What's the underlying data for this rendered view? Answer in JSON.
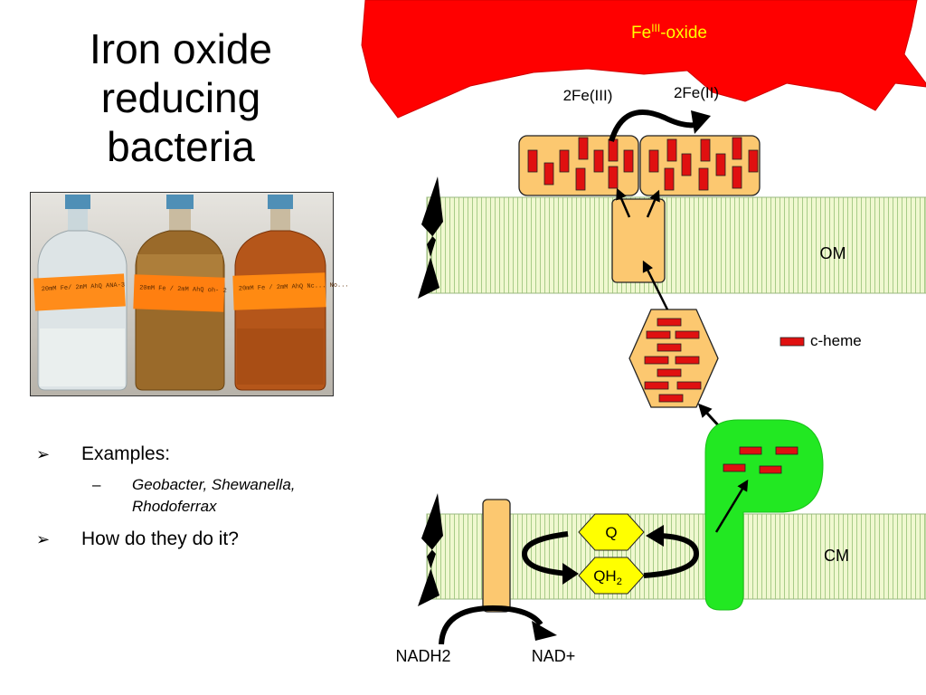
{
  "slide": {
    "title_lines": [
      "Iron oxide",
      "reducing",
      "bacteria"
    ],
    "photo": {
      "labels": [
        "20mM Fe/ 2mM AhQ ANA-3",
        "20mM Fe / 2mM AhQ oh- 2",
        "20mM Fe / 2mM AhQ Nc... No..."
      ]
    },
    "bullets": [
      {
        "text": "Examples:",
        "icon": "arrowhead-bullet-icon"
      },
      {
        "text": "Geobacter, Shewanella,",
        "text2": "Rhodoferrax",
        "icon": "dash"
      },
      {
        "text": "How do they do it?",
        "icon": "arrowhead-bullet-icon"
      }
    ]
  },
  "diagram": {
    "oxide_label_prefix": "Fe",
    "oxide_label_sup": "III",
    "oxide_label_suffix": "-oxide",
    "fe3_label": "2Fe(III)",
    "fe2_label": "2Fe(II)",
    "om_label": "OM",
    "cm_label": "CM",
    "heme_legend": "c-heme",
    "q_label": "Q",
    "qh2_label": "QH",
    "qh2_sub": "2",
    "nadh_label": "NADH2",
    "nad_label": "NAD+",
    "colors": {
      "oxide": "#ff0000",
      "membrane": "#f0f8d0",
      "membrane_lines": "#a8cc88",
      "protein": "#fcc870",
      "heme": "#e01010",
      "green_protein": "#22e822",
      "quinone": "#ffff00"
    }
  }
}
